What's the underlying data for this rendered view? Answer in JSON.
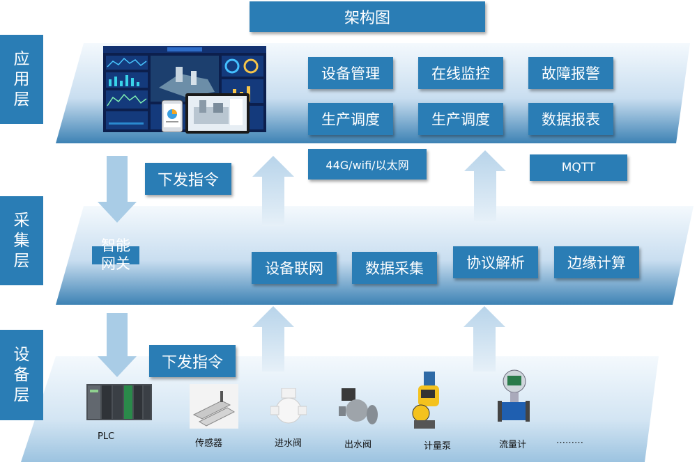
{
  "title": "架构图",
  "layers": {
    "application": "应\n用\n层",
    "collection": "采\n集\n层",
    "device": "设\n备\n层"
  },
  "application_boxes": {
    "device_mgmt": "设备管理",
    "online_monitor": "在线监控",
    "fault_alarm": "故障报警",
    "scheduling_1": "生产调度",
    "scheduling_2": "生产调度",
    "data_report": "数据报表"
  },
  "network": {
    "transport": "44G/wifi/以太网",
    "protocol": "MQTT"
  },
  "commands": {
    "upper": "下发指令",
    "lower": "下发指令"
  },
  "gateway": "智能\n网关",
  "collection_boxes": {
    "networking": "设备联网",
    "data_collection": "数据采集",
    "protocol_parse": "协议解析",
    "edge_compute": "边缘计算"
  },
  "devices": {
    "plc": "PLC",
    "sensor": "传感器",
    "inlet_valve": "进水阀",
    "outlet_valve": "出水阀",
    "metering_pump": "计量泵",
    "flowmeter": "流量计",
    "ellipsis": "………"
  },
  "colors": {
    "box": "#2a7db5",
    "band_light": "#e6f1f9",
    "band_dark": "#3d82b4",
    "arrow": "#b3d2e8"
  }
}
